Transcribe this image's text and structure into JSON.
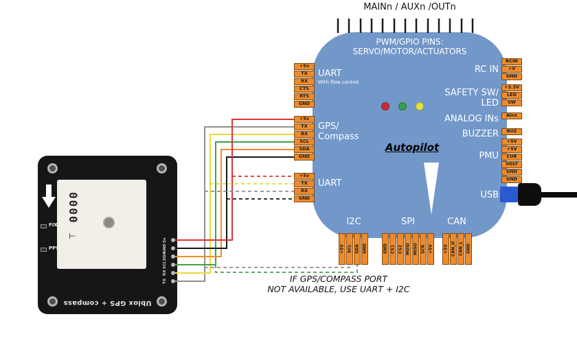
{
  "title": "MAINn / AUXn /OUTn",
  "board": {
    "pwm_line1": "PWM/GPIO PINS:",
    "pwm_line2": "SERVO/MOTOR/ACTUATORS",
    "autopilot": "Autopilot",
    "left_ports": {
      "uart_fc": {
        "label": "UART",
        "sublabel": "With flow control",
        "pins": [
          "+5v",
          "TX",
          "RX",
          "CTS",
          "RTS",
          "GND"
        ]
      },
      "gps": {
        "label1": "GPS/",
        "label2": "Compass",
        "pins": [
          "+5v",
          "TX",
          "RX",
          "SCL",
          "SDA",
          "GND"
        ]
      },
      "uart2": {
        "label": "UART",
        "pins": [
          "+5v",
          "TX",
          "RX",
          "GND"
        ]
      }
    },
    "right_ports": {
      "rcin": {
        "label": "RC IN",
        "pins": [
          "RCIN",
          "+V",
          "GND"
        ]
      },
      "safety": {
        "label1": "SAFETY SW/",
        "label2": "LED",
        "pins": [
          "+3.3V",
          "LED",
          "SW"
        ]
      },
      "analog": {
        "label": "ANALOG INs",
        "pins": [
          "AInx"
        ]
      },
      "buzzer": {
        "label": "BUZZER",
        "pins": [
          "BUZ"
        ]
      },
      "pmu": {
        "label": "PMU",
        "pins": [
          "+5V",
          "+5V",
          "CUR",
          "VOLT",
          "GND",
          "GND"
        ]
      },
      "usb": {
        "label": "USB"
      }
    },
    "bottom_ports": {
      "i2c": {
        "label": "I2C",
        "pins": [
          "+5V",
          "SCL",
          "SDA",
          "GND"
        ]
      },
      "spi": {
        "label": "SPI",
        "pins": [
          "GND",
          "CS1",
          "CS2",
          "MOSI",
          "MISO",
          "SCK",
          "+5V"
        ]
      },
      "can": {
        "label": "CAN",
        "pins": [
          "+5V",
          "CAN_H",
          "CAN_L",
          "GND"
        ]
      }
    },
    "status_leds": [
      "red",
      "green",
      "yellow"
    ]
  },
  "gps_module": {
    "name": "Ublox GPS + compass",
    "antenna_marking": "0000",
    "polarity_mark": "⊥",
    "leds": [
      "FIX",
      "PPS"
    ],
    "pins": [
      "5v",
      "GND",
      "SDA",
      "SCL",
      "RX",
      "TX"
    ]
  },
  "note": {
    "line1": "IF GPS/COMPASS PORT",
    "line2": "NOT AVAILABLE, USE UART + I2C"
  },
  "wiring": {
    "gps_port_solid": [
      "+5v:red",
      "TX:grey",
      "RX:yellow",
      "SCL:green",
      "SDA:orange",
      "GND:black"
    ],
    "uart_dashed_alternative": [
      "+5v:red",
      "TX:yellow",
      "RX:grey",
      "GND:black"
    ],
    "i2c_dashed_alternative": [
      "SCL:grey",
      "SDA:green"
    ]
  },
  "colors": {
    "board_blue": "#7297c9",
    "pin_orange": "#ee8b2d",
    "usb_blue": "#2b59d0",
    "led_red": "#c82b3a",
    "led_green": "#3a9e4e",
    "led_yellow": "#e4e43c",
    "wire_red": "#e03232",
    "wire_grey": "#8f8f8f",
    "wire_yellow": "#e6d93a",
    "wire_green": "#43a04a",
    "wire_orange": "#f08c2a",
    "wire_black": "#151515"
  }
}
